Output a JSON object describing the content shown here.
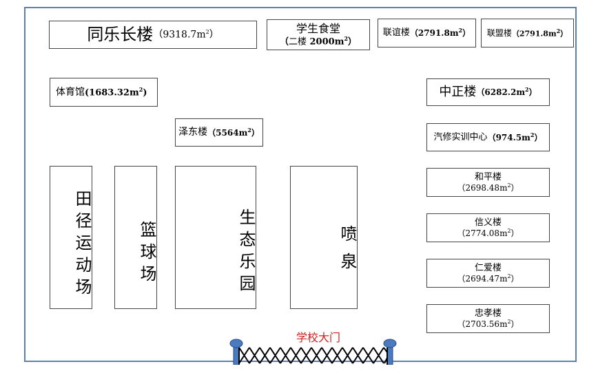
{
  "buildings": {
    "tongle": {
      "name": "同乐长楼",
      "area_num": "9318.7",
      "area_unit": "m",
      "area_exp": "2"
    },
    "canteen": {
      "name": "学生食堂",
      "floor": "二楼",
      "area_num": "2000",
      "area_unit": "m",
      "area_exp": "2"
    },
    "lianyi": {
      "name": "联谊楼",
      "area_num": "2791.8",
      "area_unit": "m",
      "area_exp": "2"
    },
    "lianmeng": {
      "name": "联盟楼",
      "area_num": "2791.8",
      "area_unit": "m",
      "area_exp": "2"
    },
    "tiyuguan": {
      "name": "体育馆",
      "area_num": "1683.32",
      "area_unit": "m",
      "area_exp": "2"
    },
    "zhongzheng": {
      "name": "中正楼",
      "area_num": "6282.2",
      "area_unit": "m",
      "area_exp": "2"
    },
    "zedong": {
      "name": "泽东楼",
      "area_num": "5564",
      "area_unit": "m",
      "area_exp": "2"
    },
    "qixiu": {
      "name": "汽修实训中心",
      "area_num": "974.5",
      "area_unit": "m",
      "area_exp": "2"
    },
    "heping": {
      "name": "和平楼",
      "area_num": "2698.48",
      "area_unit": "m",
      "area_exp": "2"
    },
    "xinyi": {
      "name": "信义楼",
      "area_num": "2774.08",
      "area_unit": "m",
      "area_exp": "2"
    },
    "renai": {
      "name": "仁爱楼",
      "area_num": "2694.47",
      "area_unit": "m",
      "area_exp": "2"
    },
    "zhongxiao": {
      "name": "忠孝楼",
      "area_num": "2703.56",
      "area_unit": "m",
      "area_exp": "2"
    }
  },
  "fields": {
    "track": "田径运动场",
    "basketball": "篮球场",
    "eco_park": "生态乐园",
    "fountain": "喷泉"
  },
  "gate": {
    "label": "学校大门"
  },
  "colors": {
    "border": "#5a7fb0",
    "gate_post": "#4a7ac0",
    "gate_label": "#d02020"
  }
}
